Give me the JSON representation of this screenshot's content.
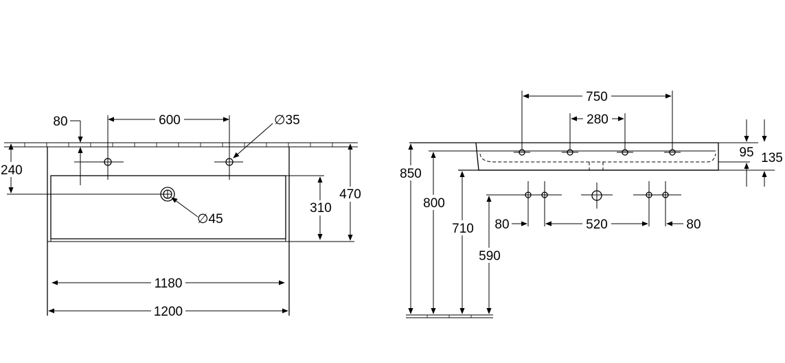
{
  "front_view": {
    "dim_80": "80",
    "dim_600": "600",
    "dim_35": "∅35",
    "dim_240": "240",
    "dim_310": "310",
    "dim_470": "470",
    "dim_45": "∅45",
    "dim_1180": "1180",
    "dim_1200": "1200"
  },
  "side_view": {
    "dim_750": "750",
    "dim_280": "280",
    "dim_850": "850",
    "dim_800": "800",
    "dim_710": "710",
    "dim_590": "590",
    "dim_95": "95",
    "dim_135": "135",
    "dim_80_left": "80",
    "dim_520": "520",
    "dim_80_right": "80"
  }
}
